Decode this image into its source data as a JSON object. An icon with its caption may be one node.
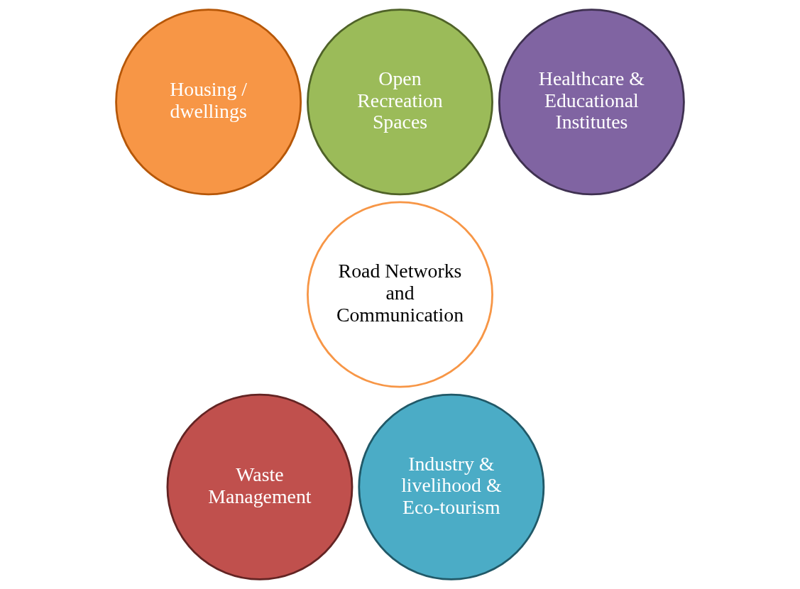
{
  "diagram": {
    "nodes": [
      {
        "text": [
          "Open Recreation Spaces"
        ]
      },
      {
        "text": [
          "Housing / dwellings"
        ]
      },
      {
        "text": [
          "Healthcare & Educational Institutes"
        ]
      },
      {
        "text": [
          "Road Networks and Communication"
        ]
      },
      {
        "text": [
          "Waste Management"
        ]
      },
      {
        "text": [
          "Industry & livelihood & Eco-tourism"
        ]
      }
    ]
  }
}
